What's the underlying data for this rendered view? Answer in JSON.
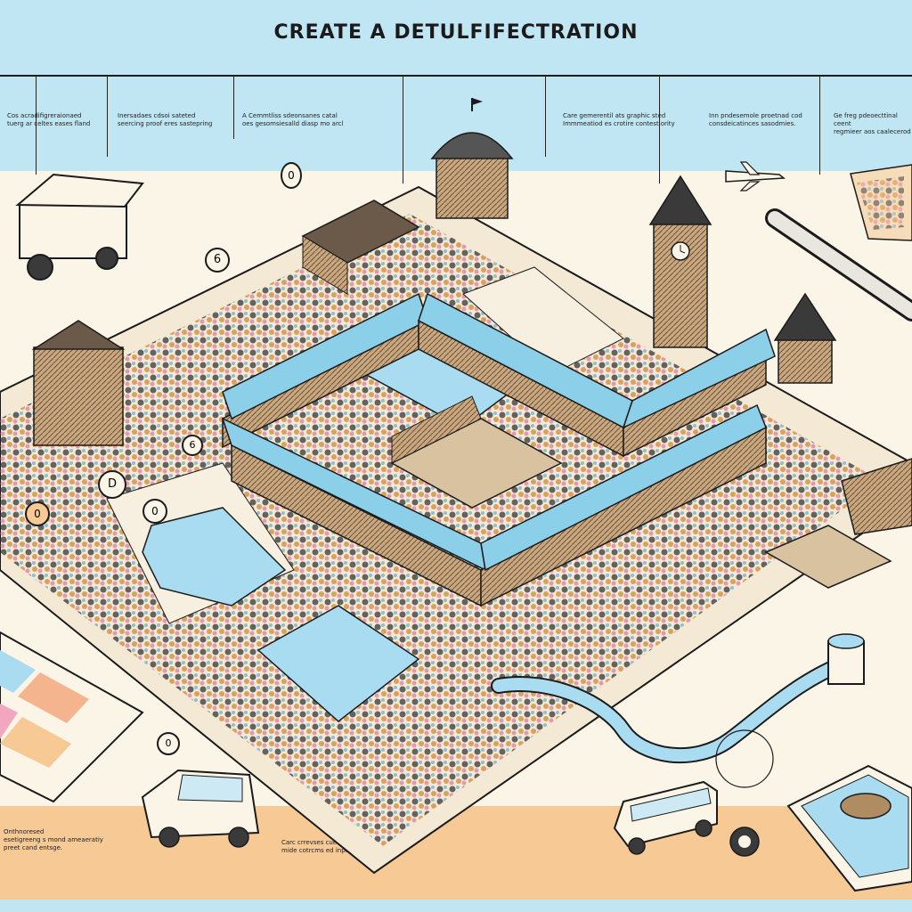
{
  "header": {
    "title": "CREATE A DETULFIFECTRATION"
  },
  "captions": [
    {
      "line1": "Cos acradifigreraionaed",
      "line2": "tuerg ar celtes eases fland"
    },
    {
      "line1": "Inersadaes cdsoi sateted",
      "line2": "seercing proof eres sastepring"
    },
    {
      "line1": "A Cemmtliss sdeonsanes catal",
      "line2": "oes gesomsiesalld diasp mo arcl"
    },
    {
      "line1": "Care gemerentil ats graphic sted",
      "line2": "Immmeatiod es crotire contestiority"
    },
    {
      "line1": "Inn pndesemole proetnad cod",
      "line2": "consdeicatinces sasodmies."
    },
    {
      "line1": "Ge freg pdeoecttinal ceent",
      "line2": "regmieer aos caalecerod"
    }
  ],
  "bottom_captions": [
    {
      "line1": "Onthnoresed",
      "line2": "esetigreeng s mond ameaeratiy",
      "line3": "preet cand entsge."
    },
    {
      "line1": "Carc crrevses cueerntien cdo",
      "line2": "mide cotrcms ed inpesrenge."
    }
  ],
  "markers": [
    "6",
    "0",
    "6",
    "D",
    "0",
    "0",
    "0"
  ],
  "colors": {
    "sky": "#bfe6f2",
    "paper": "#fbf5e8",
    "sand": "#f6c995",
    "water": "#a9dcf0",
    "roof": "#8ccfe9",
    "ink": "#1b1b1b",
    "wood": "#b08c63"
  }
}
